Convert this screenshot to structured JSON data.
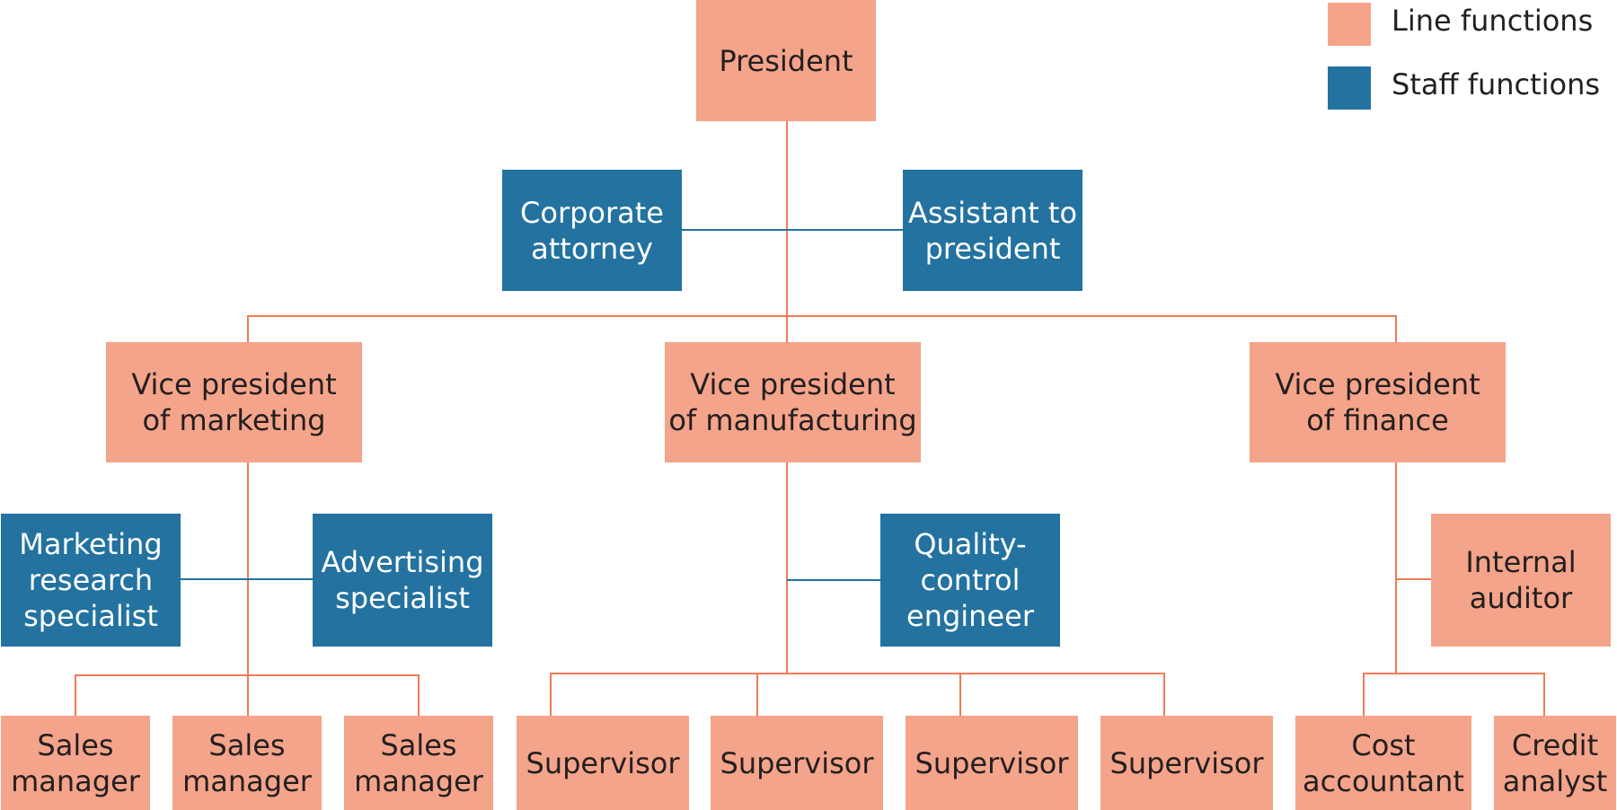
{
  "colors": {
    "line_fill": "#f4a48a",
    "staff_fill": "#23729f",
    "line_connector": "#ee7b55",
    "staff_connector": "#23729f"
  },
  "legend": {
    "line": "Line functions",
    "staff": "Staff functions"
  },
  "nodes": {
    "president": "President",
    "corporate_attorney": "Corporate\nattorney",
    "assistant_to_president": "Assistant to\npresident",
    "vp_marketing": "Vice president\nof marketing",
    "vp_manufacturing": "Vice president\nof manufacturing",
    "vp_finance": "Vice president\nof finance",
    "marketing_research": "Marketing\nresearch\nspecialist",
    "advertising": "Advertising\nspecialist",
    "quality_control": "Quality-\ncontrol\nengineer",
    "internal_auditor": "Internal\nauditor",
    "sales_manager_1": "Sales\nmanager",
    "sales_manager_2": "Sales\nmanager",
    "sales_manager_3": "Sales\nmanager",
    "supervisor_1": "Supervisor",
    "supervisor_2": "Supervisor",
    "supervisor_3": "Supervisor",
    "supervisor_4": "Supervisor",
    "cost_accountant": "Cost\naccountant",
    "credit_analyst": "Credit\nanalyst"
  }
}
